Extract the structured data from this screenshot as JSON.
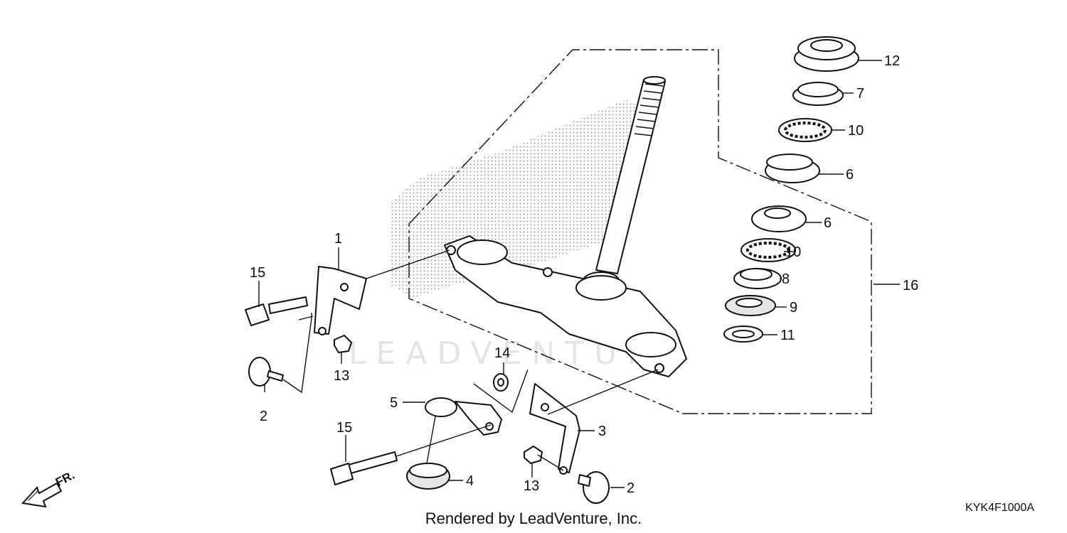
{
  "watermark": "LEADVENTURE",
  "footer": "Rendered by LeadVenture, Inc.",
  "diagram_code": "KYK4F1000A",
  "front_label": "FR.",
  "callouts": {
    "c1": "1",
    "c2a": "2",
    "c2b": "2",
    "c3": "3",
    "c4": "4",
    "c5": "5",
    "c6a": "6",
    "c6b": "6",
    "c7": "7",
    "c8": "8",
    "c9": "9",
    "c10a": "10",
    "c10b": "10",
    "c11": "11",
    "c12": "12",
    "c13a": "13",
    "c13b": "13",
    "c14": "14",
    "c15a": "15",
    "c15b": "15",
    "c16": "16"
  },
  "icons": {
    "front_arrow": "front-direction-arrow-icon"
  }
}
